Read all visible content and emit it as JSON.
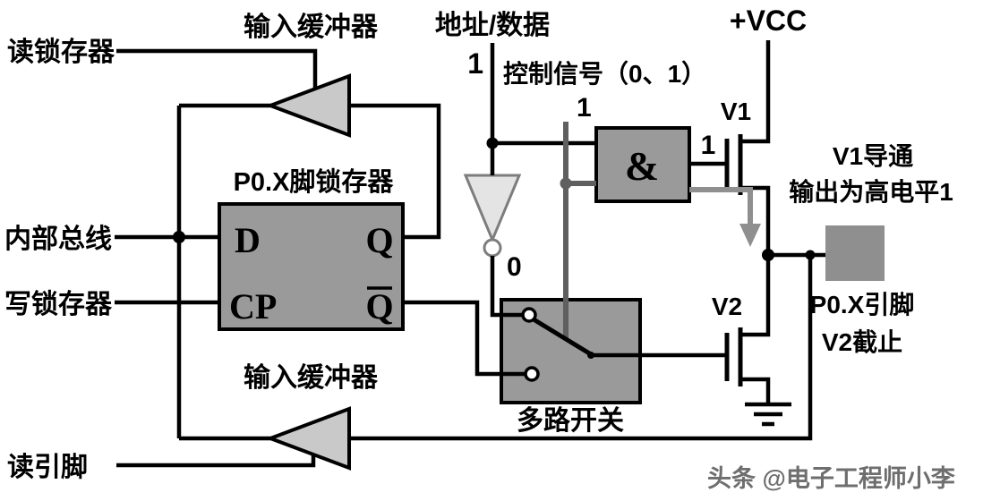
{
  "diagram": {
    "labels": {
      "read_latch": "读锁存器",
      "input_buffer_top": "输入缓冲器",
      "input_buffer_bottom": "输入缓冲器",
      "address_data": "地址/数据",
      "address_value": "1",
      "control_signal": "控制信号（0、1）",
      "control_value": "1",
      "vcc": "+VCC",
      "v1": "V1",
      "gate_output_value": "1",
      "v1_state": "V1导通",
      "output_state": "输出为高电平1",
      "latch_title": "P0.X脚锁存器",
      "internal_bus": "内部总线",
      "write_latch": "写锁存器",
      "d": "D",
      "q": "Q",
      "cp": "CP",
      "q_bar": "Q",
      "inverter_value": "0",
      "mux": "多路开关",
      "v2": "V2",
      "pin": "P0.X引脚",
      "v2_state": "V2截止",
      "read_pin": "读引脚",
      "and_symbol": "&",
      "watermark": "头条 @电子工程师小李"
    },
    "colors": {
      "background": "#ffffff",
      "wire_black": "#000000",
      "box_gray": "#9a9a9a",
      "pin_gray": "#8f8f8f",
      "buffer_gray": "#c9c9c9",
      "inverter_fill": "#e4e4e4",
      "inverter_stroke": "#7d7d7d",
      "control_gray": "#5f5f5f",
      "arrow_gray": "#8f8f8f",
      "watermark_gray": "#6e6e6e"
    }
  }
}
